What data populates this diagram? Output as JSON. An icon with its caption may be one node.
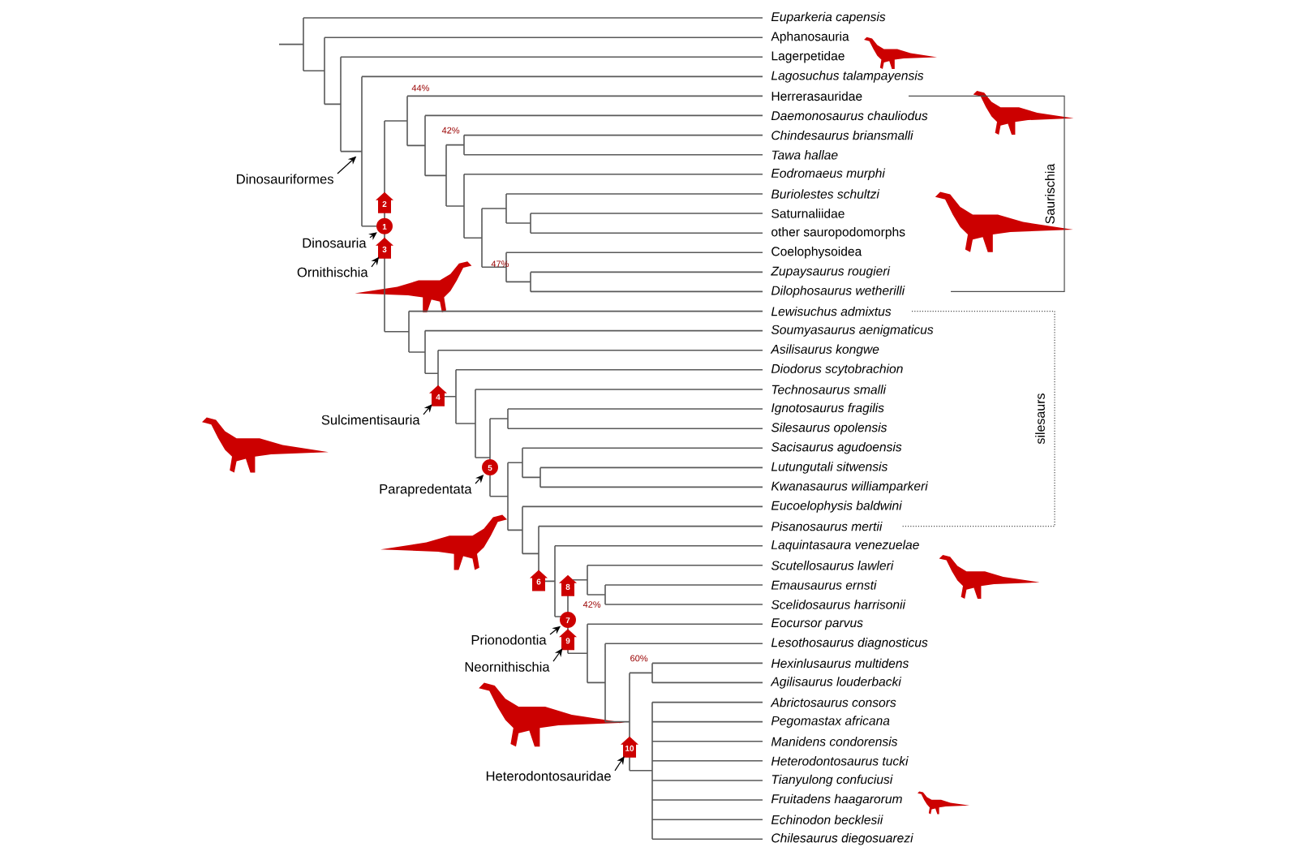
{
  "diagram": {
    "nodes": [
      {
        "text": [
          "Dinosauriformes"
        ]
      },
      {
        "text": [
          "Dinosauria"
        ]
      },
      {
        "text": [
          "Ornithischia"
        ]
      },
      {
        "text": [
          "Sulcimentisauria"
        ]
      },
      {
        "text": [
          "Parapredentata"
        ]
      },
      {
        "text": [
          "Prionodontia"
        ]
      },
      {
        "text": [
          "Neornithischia"
        ]
      },
      {
        "text": [
          "Heterodontosauridae"
        ]
      },
      {
        "text": [
          "2"
        ]
      },
      {
        "text": [
          "1"
        ]
      },
      {
        "text": [
          "3"
        ]
      },
      {
        "text": [
          "4"
        ]
      },
      {
        "text": [
          "5"
        ]
      },
      {
        "text": [
          "6"
        ]
      },
      {
        "text": [
          "8"
        ]
      },
      {
        "text": [
          "7"
        ]
      },
      {
        "text": [
          "9"
        ]
      },
      {
        "text": [
          "10"
        ]
      }
    ],
    "edges": [
      {
        "from": 0,
        "to": null,
        "arrow": "to"
      },
      {
        "from": 1,
        "to": 9,
        "arrow": "to"
      },
      {
        "from": 2,
        "to": 10,
        "arrow": "to"
      },
      {
        "from": 3,
        "to": 11,
        "arrow": "to"
      },
      {
        "from": 4,
        "to": 12,
        "arrow": "to"
      },
      {
        "from": 5,
        "to": 15,
        "arrow": "to"
      },
      {
        "from": 6,
        "to": 16,
        "arrow": "to"
      },
      {
        "from": 7,
        "to": 17,
        "arrow": "to"
      }
    ],
    "labels": [
      "Euparkeria capensis",
      "Aphanosauria",
      "Lagerpetidae",
      "Lagosuchus talampayensis",
      "Herrerasauridae",
      "Daemonosaurus chauliodus",
      "Chindesaurus briansmalli",
      "Tawa hallae",
      "Eodromaeus murphi",
      "Buriolestes schultzi",
      "Saturnaliidae",
      "other sauropodomorphs",
      "Coelophysoidea",
      "Zupaysaurus rougieri",
      "Dilophosaurus wetherilli",
      "Lewisuchus admixtus",
      "Soumyasaurus aenigmaticus",
      "Asilisaurus kongwe",
      "Diodorus scytobrachion",
      "Technosaurus smalli",
      "Ignotosaurus fragilis",
      "Silesaurus opolensis",
      "Sacisaurus agudoensis",
      "Lutungutali sitwensis",
      "Kwanasaurus williamparkeri",
      "Eucoelophysis baldwini",
      "Pisanosaurus mertii",
      "Laquintasaura venezuelae",
      "Scutellosaurus lawleri",
      "Emausaurus ernsti",
      "Scelidosaurus harrisonii",
      "Eocursor parvus",
      "Lesothosaurus diagnosticus",
      "Hexinlusaurus multidens",
      "Agilisaurus louderbacki",
      "Abrictosaurus consors",
      "Pegomastax africana",
      "Manidens condorensis",
      "Heterodontosaurus tucki",
      "Tianyulong confuciusi",
      "Fruitadens haagarorum",
      "Echinodon becklesii",
      "Chilesaurus diegosuarezi",
      "Saurischia",
      "silesaurs",
      "44%",
      "42%",
      "47%",
      "42%",
      "60%"
    ]
  }
}
